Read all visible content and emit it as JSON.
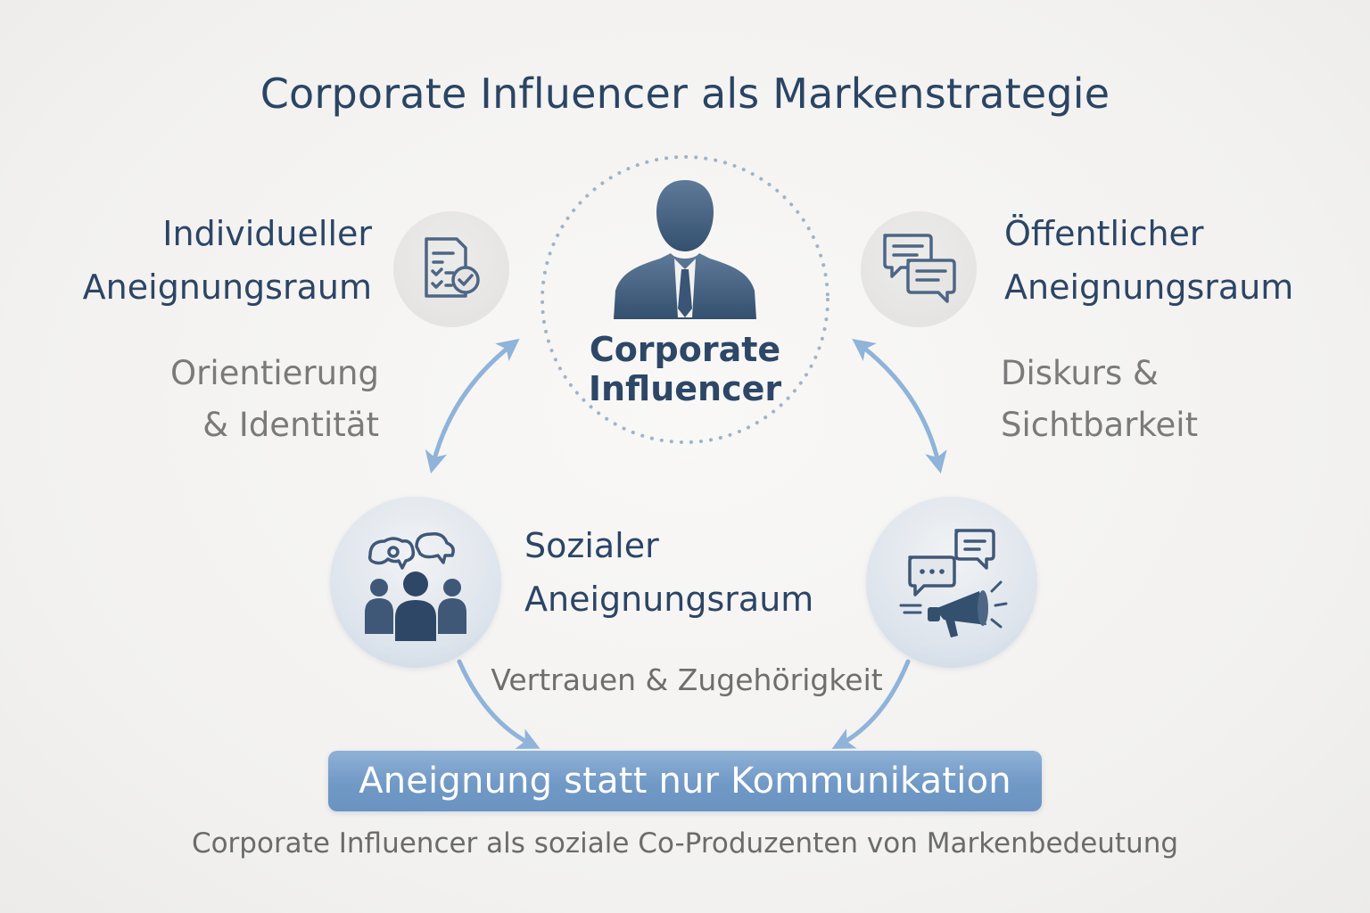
{
  "title": "Corporate Influencer als Markenstrategie",
  "center": {
    "label_line1": "Corporate",
    "label_line2": "Influencer"
  },
  "individual": {
    "label_line1": "Individueller",
    "label_line2": "Aneignungsraum",
    "sub_line1": "Orientierung",
    "sub_line2": "& Identität",
    "icon": "checklist-document-icon"
  },
  "public": {
    "label_line1": "Öffentlicher",
    "label_line2": "Aneignungsraum",
    "sub_line1": "Diskurs &",
    "sub_line2": "Sichtbarkeit",
    "icon": "chat-bubbles-icon"
  },
  "social": {
    "label_line1": "Sozialer",
    "label_line2": "Aneignungsraum",
    "sub": "Vertrauen & Zugehörigkeit",
    "icon": "group-people-icon"
  },
  "megaphone": {
    "icon": "megaphone-chat-icon"
  },
  "banner": "Aneignung statt nur Kommunikation",
  "footer": "Corporate Influencer als soziale Co-Produzenten von Markenbedeutung",
  "colors": {
    "title": "#2a4564",
    "accent_blue": "#7199c6",
    "arrow": "#8fb3d9",
    "icon_dark": "#3f5878",
    "grey_text": "#7a7a7a"
  }
}
